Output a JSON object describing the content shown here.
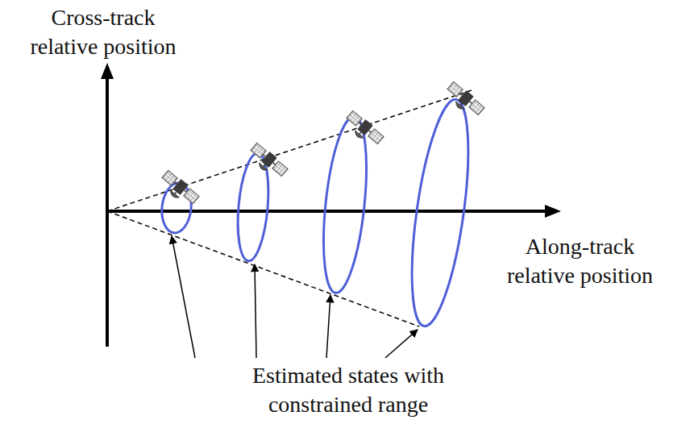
{
  "diagram": {
    "labels": [
      "Cross-track relative position",
      "Along-track relative position",
      "Estimated states with constrained range"
    ]
  }
}
